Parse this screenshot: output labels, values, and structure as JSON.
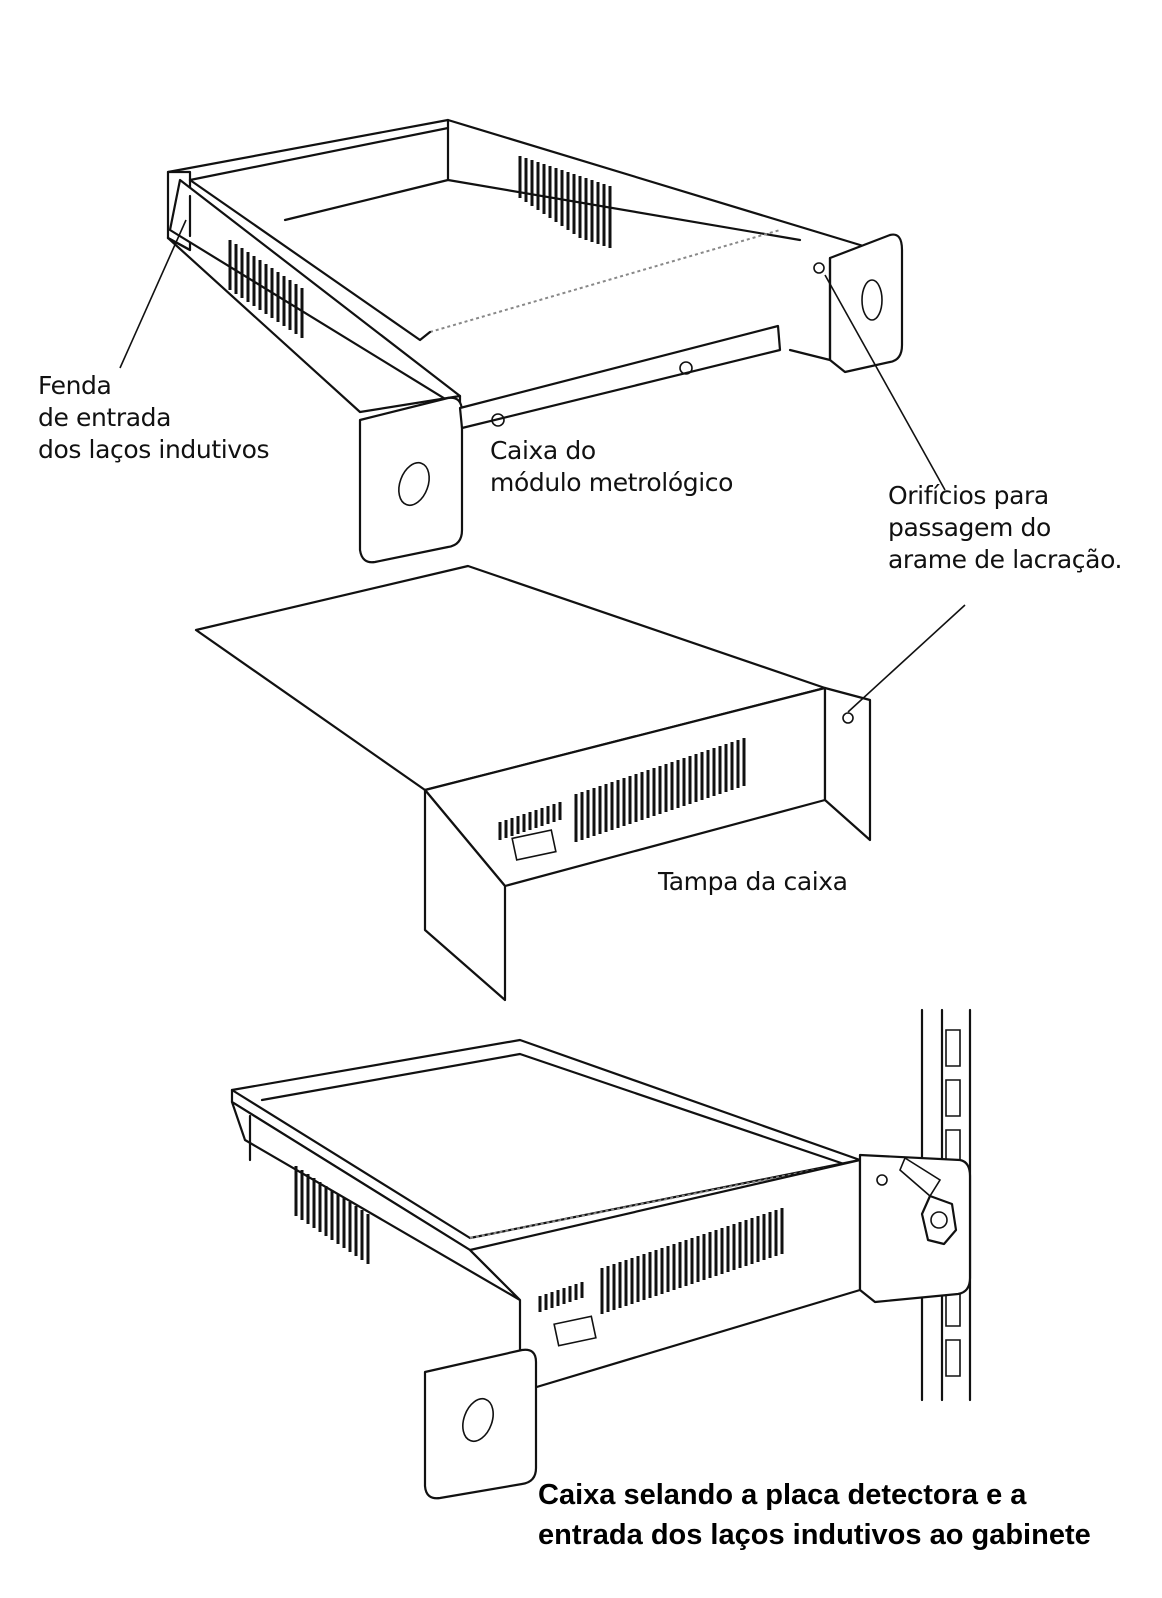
{
  "labels": {
    "fenda": "Fenda\nde entrada\ndos laços indutivos",
    "caixa_modulo": "Caixa do\nmódulo metrológico",
    "orificios": "Orifícios para\npassagem do\narame de lacração.",
    "tampa": "Tampa da caixa"
  },
  "caption": "Caixa selando a placa detectora e a entrada dos laços indutivos ao gabinete"
}
